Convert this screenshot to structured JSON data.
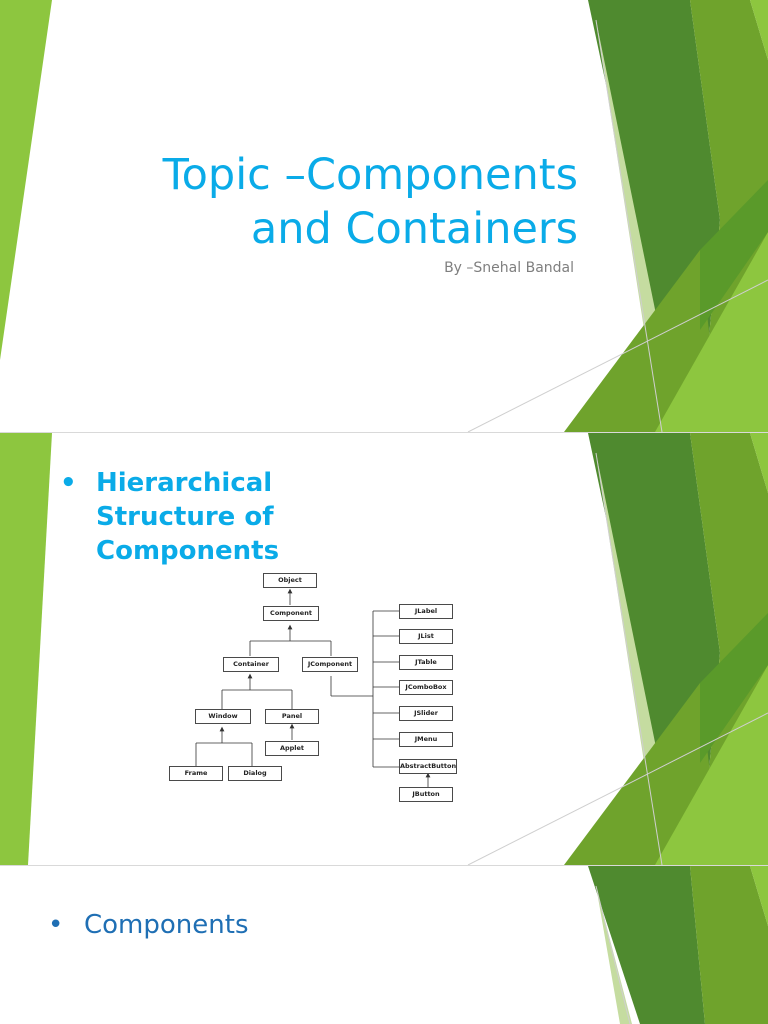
{
  "slide1": {
    "title_line1": "Topic –Components",
    "title_line2": "and Containers",
    "subtitle": "By –Snehal Bandal"
  },
  "slide2": {
    "bullet_symbol": "•",
    "heading": "Hierarchical Structure of Components",
    "diagram": {
      "nodes": {
        "object": "Object",
        "component": "Component",
        "container": "Container",
        "jcomponent": "JComponent",
        "window": "Window",
        "panel": "Panel",
        "applet": "Applet",
        "frame": "Frame",
        "dialog": "Dialog",
        "jlabel": "JLabel",
        "jlist": "JList",
        "jtable": "JTable",
        "jcombobox": "JComboBox",
        "jslider": "JSlider",
        "jmenu": "JMenu",
        "abstractbutton": "AbstractButton",
        "jbutton": "JButton"
      }
    }
  },
  "slide3": {
    "bullet_symbol": "•",
    "text": "Components"
  },
  "colors": {
    "title_blue": "#0aabe8",
    "heading_blue": "#1f6fb4",
    "green_dark": "#4f8a2f",
    "green_mid": "#6fa32c",
    "green_light": "#8dc63f",
    "green_pale": "#c5dca0"
  }
}
